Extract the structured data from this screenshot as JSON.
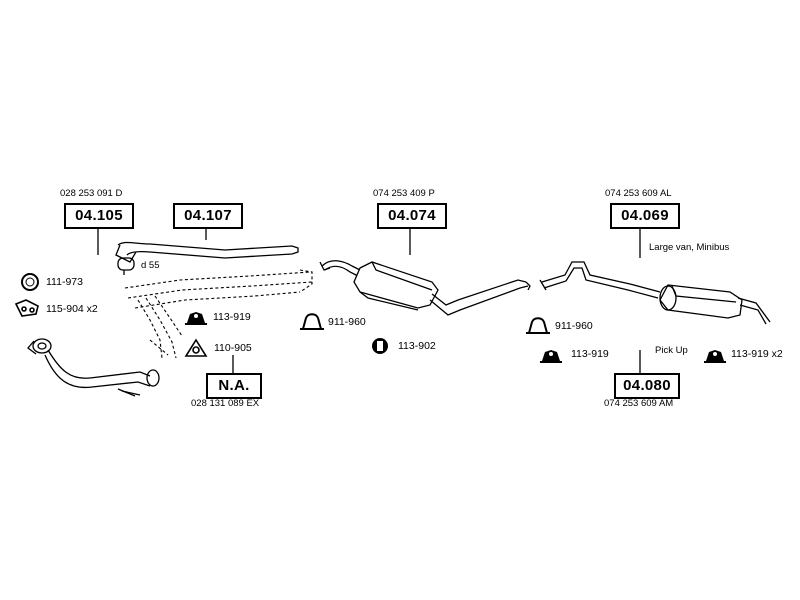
{
  "assemblies": [
    {
      "code": "04.105",
      "oe": "028 253 091 D"
    },
    {
      "code": "04.107",
      "oe": ""
    },
    {
      "code": "04.074",
      "oe": "074 253 409 P"
    },
    {
      "code": "04.069",
      "oe": "074 253 609 AL",
      "note": "Large van, Minibus"
    },
    {
      "code": "N.A.",
      "oe": "028 131 089 EX"
    },
    {
      "code": "04.080",
      "oe": "074 253 609 AM",
      "note": "Pick Up"
    }
  ],
  "dimension_label": "d 55",
  "accessories": [
    {
      "part": "111-973",
      "icon": "ring-gasket-icon"
    },
    {
      "part": "115-904 x2",
      "icon": "bolt-clamp-icon"
    },
    {
      "part": "113-919",
      "icon": "rubber-mount-icon"
    },
    {
      "part": "110-905",
      "icon": "triangle-gasket-icon"
    },
    {
      "part": "911-960",
      "icon": "u-clamp-icon"
    },
    {
      "part": "113-902",
      "icon": "rubber-ring-icon"
    },
    {
      "part": "911-960",
      "icon": "u-clamp-icon"
    },
    {
      "part": "113-919",
      "icon": "rubber-mount-icon"
    },
    {
      "part": "113-919 x2",
      "icon": "rubber-mount-icon"
    }
  ]
}
